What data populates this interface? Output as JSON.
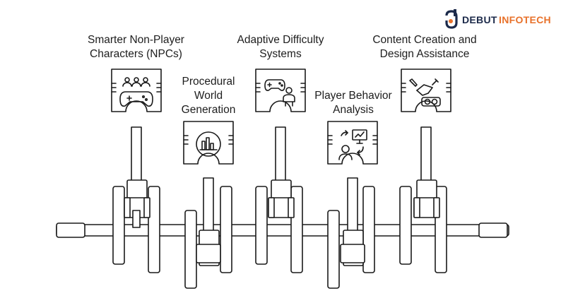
{
  "brand": {
    "name_primary": "DEBUT",
    "name_secondary": "INFOTECH",
    "primary_color": "#1c2a4a",
    "accent_color": "#e8712a"
  },
  "pistons": [
    {
      "label_lines": [
        "Smarter Non-Player",
        "Characters (NPCs)"
      ],
      "icon": "gamepad-with-people-icon"
    },
    {
      "label_lines": [
        "Procedural",
        "World",
        "Generation"
      ],
      "icon": "bar-chart-circle-icon"
    },
    {
      "label_lines": [
        "Adaptive Difficulty",
        "Systems"
      ],
      "icon": "gamepad-player-icon"
    },
    {
      "label_lines": [
        "Player Behavior",
        "Analysis"
      ],
      "icon": "behavior-analysis-icon"
    },
    {
      "label_lines": [
        "Content Creation and",
        "Design Assistance"
      ],
      "icon": "vr-content-creation-icon"
    }
  ],
  "colors": {
    "stroke": "#1a1a1a",
    "fill": "#ffffff"
  }
}
